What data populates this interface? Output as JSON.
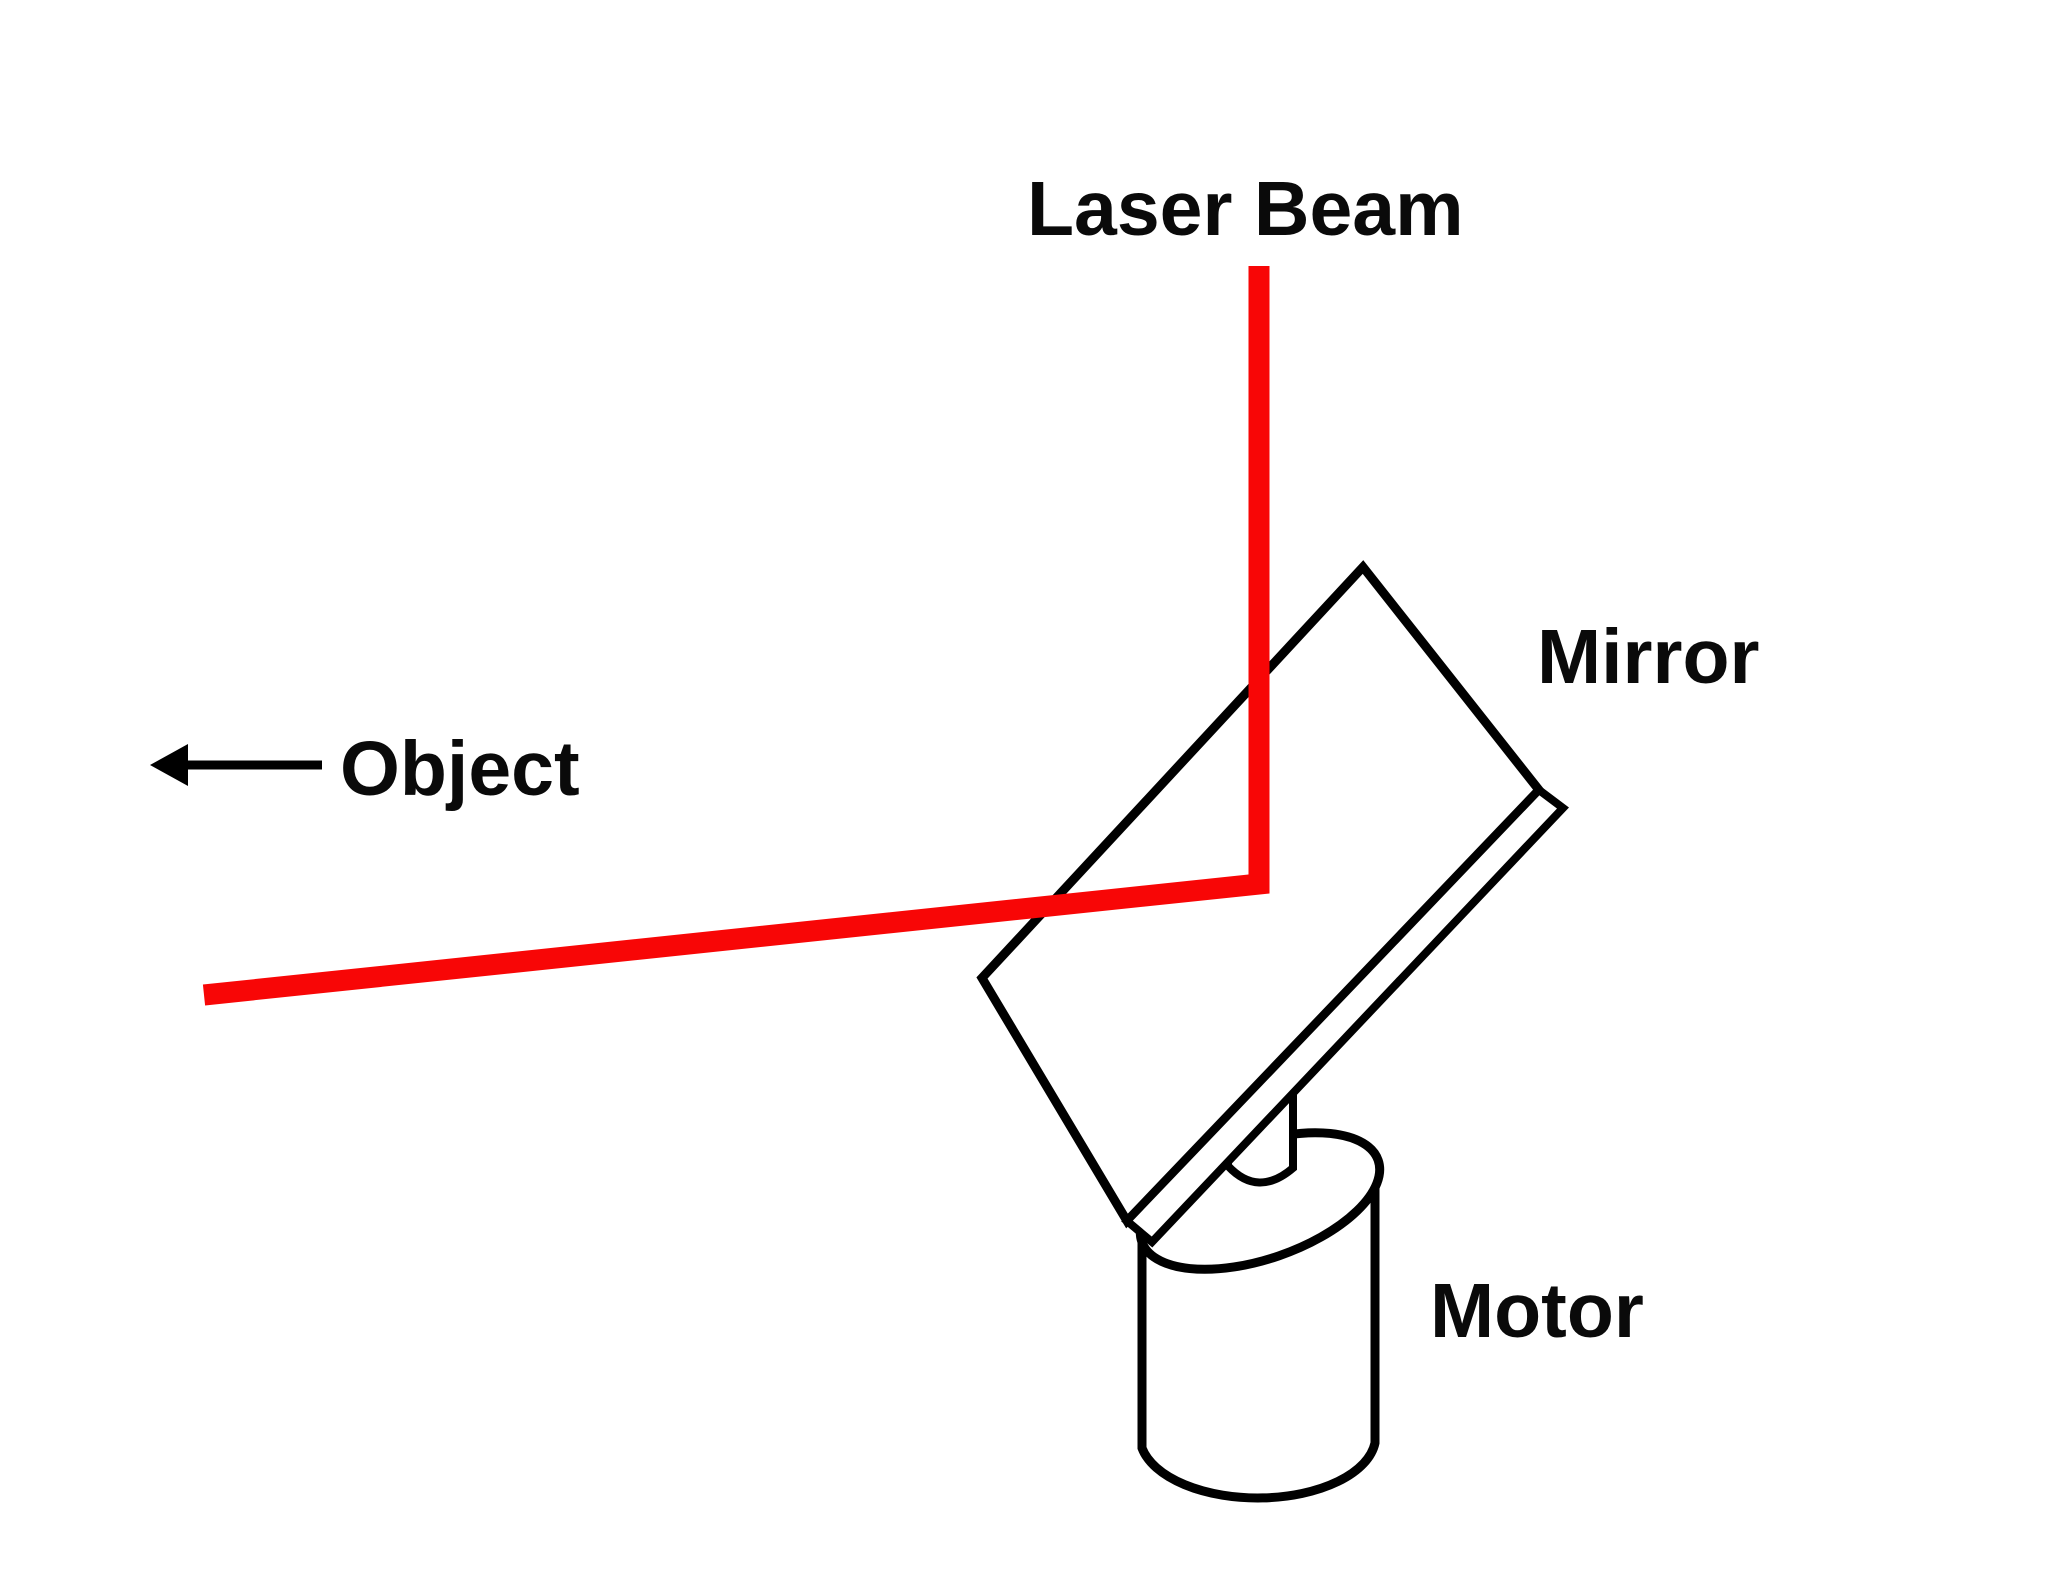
{
  "diagram": {
    "title": "Laser beam reflected by a motor-driven mirror toward an object",
    "background": "#ffffff",
    "colors": {
      "beam": "#f80606",
      "outline": "#000000",
      "text": "#000000"
    },
    "labels": {
      "laser_beam": "Laser Beam",
      "mirror": "Mirror",
      "object": "Object",
      "motor": "Motor"
    },
    "icons": {
      "object_arrow": "arrow-left-icon"
    }
  }
}
